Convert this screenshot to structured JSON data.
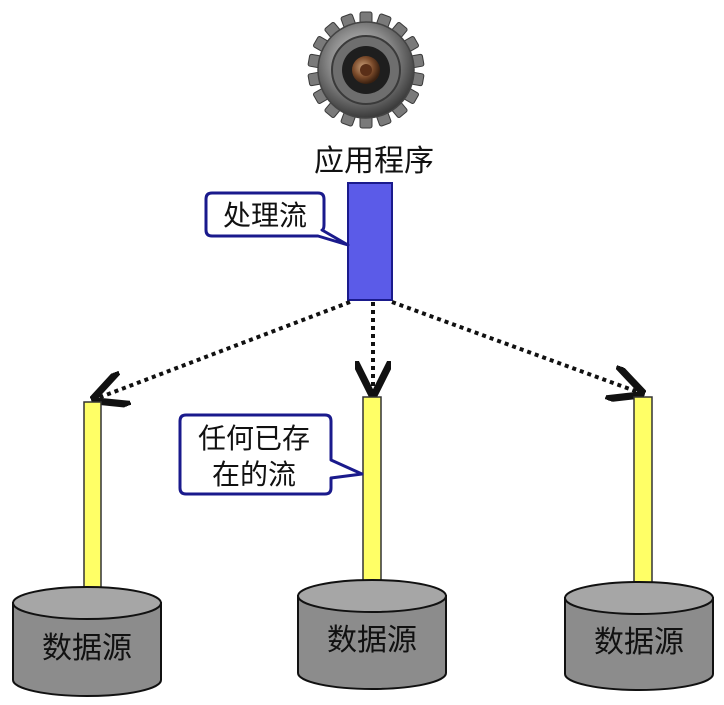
{
  "app": {
    "icon": "gear-icon",
    "label": "应用程序"
  },
  "process_stream": {
    "callout": "处理流",
    "color": "#5B5BE8"
  },
  "existing_stream": {
    "callout_line1": "任何已存",
    "callout_line2": "在的流",
    "color": "#FFFF66"
  },
  "data_sources": [
    {
      "label": "数据源"
    },
    {
      "label": "数据源"
    },
    {
      "label": "数据源"
    }
  ],
  "colors": {
    "callout_border": "#1A1A8C",
    "cylinder_fill": "#8C8C8C",
    "cylinder_top": "#A6A6A6",
    "arrow": "#111111"
  }
}
